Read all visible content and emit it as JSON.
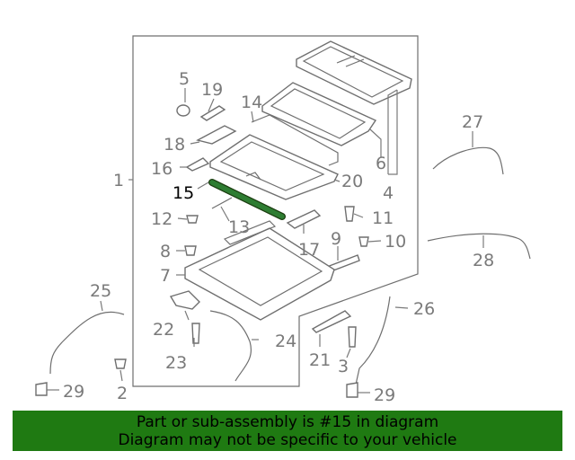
{
  "diagram": {
    "highlight_color": "#2e7d32",
    "banner_color": "#1f7a12",
    "labels": {
      "l1": "1",
      "l2": "2",
      "l3": "3",
      "l4": "4",
      "l5": "5",
      "l6": "6",
      "l7": "7",
      "l8": "8",
      "l9": "9",
      "l10": "10",
      "l11": "11",
      "l12": "12",
      "l13": "13",
      "l14": "14",
      "l15": "15",
      "l16": "16",
      "l17": "17",
      "l18": "18",
      "l19": "19",
      "l20": "20",
      "l21": "21",
      "l22": "22",
      "l23": "23",
      "l24": "24",
      "l25": "25",
      "l26": "26",
      "l27": "27",
      "l28": "28",
      "l29a": "29",
      "l29b": "29"
    }
  },
  "banner": {
    "line1": "Part or sub-assembly is #15 in diagram",
    "line2": "Diagram may not be specific to your vehicle"
  }
}
